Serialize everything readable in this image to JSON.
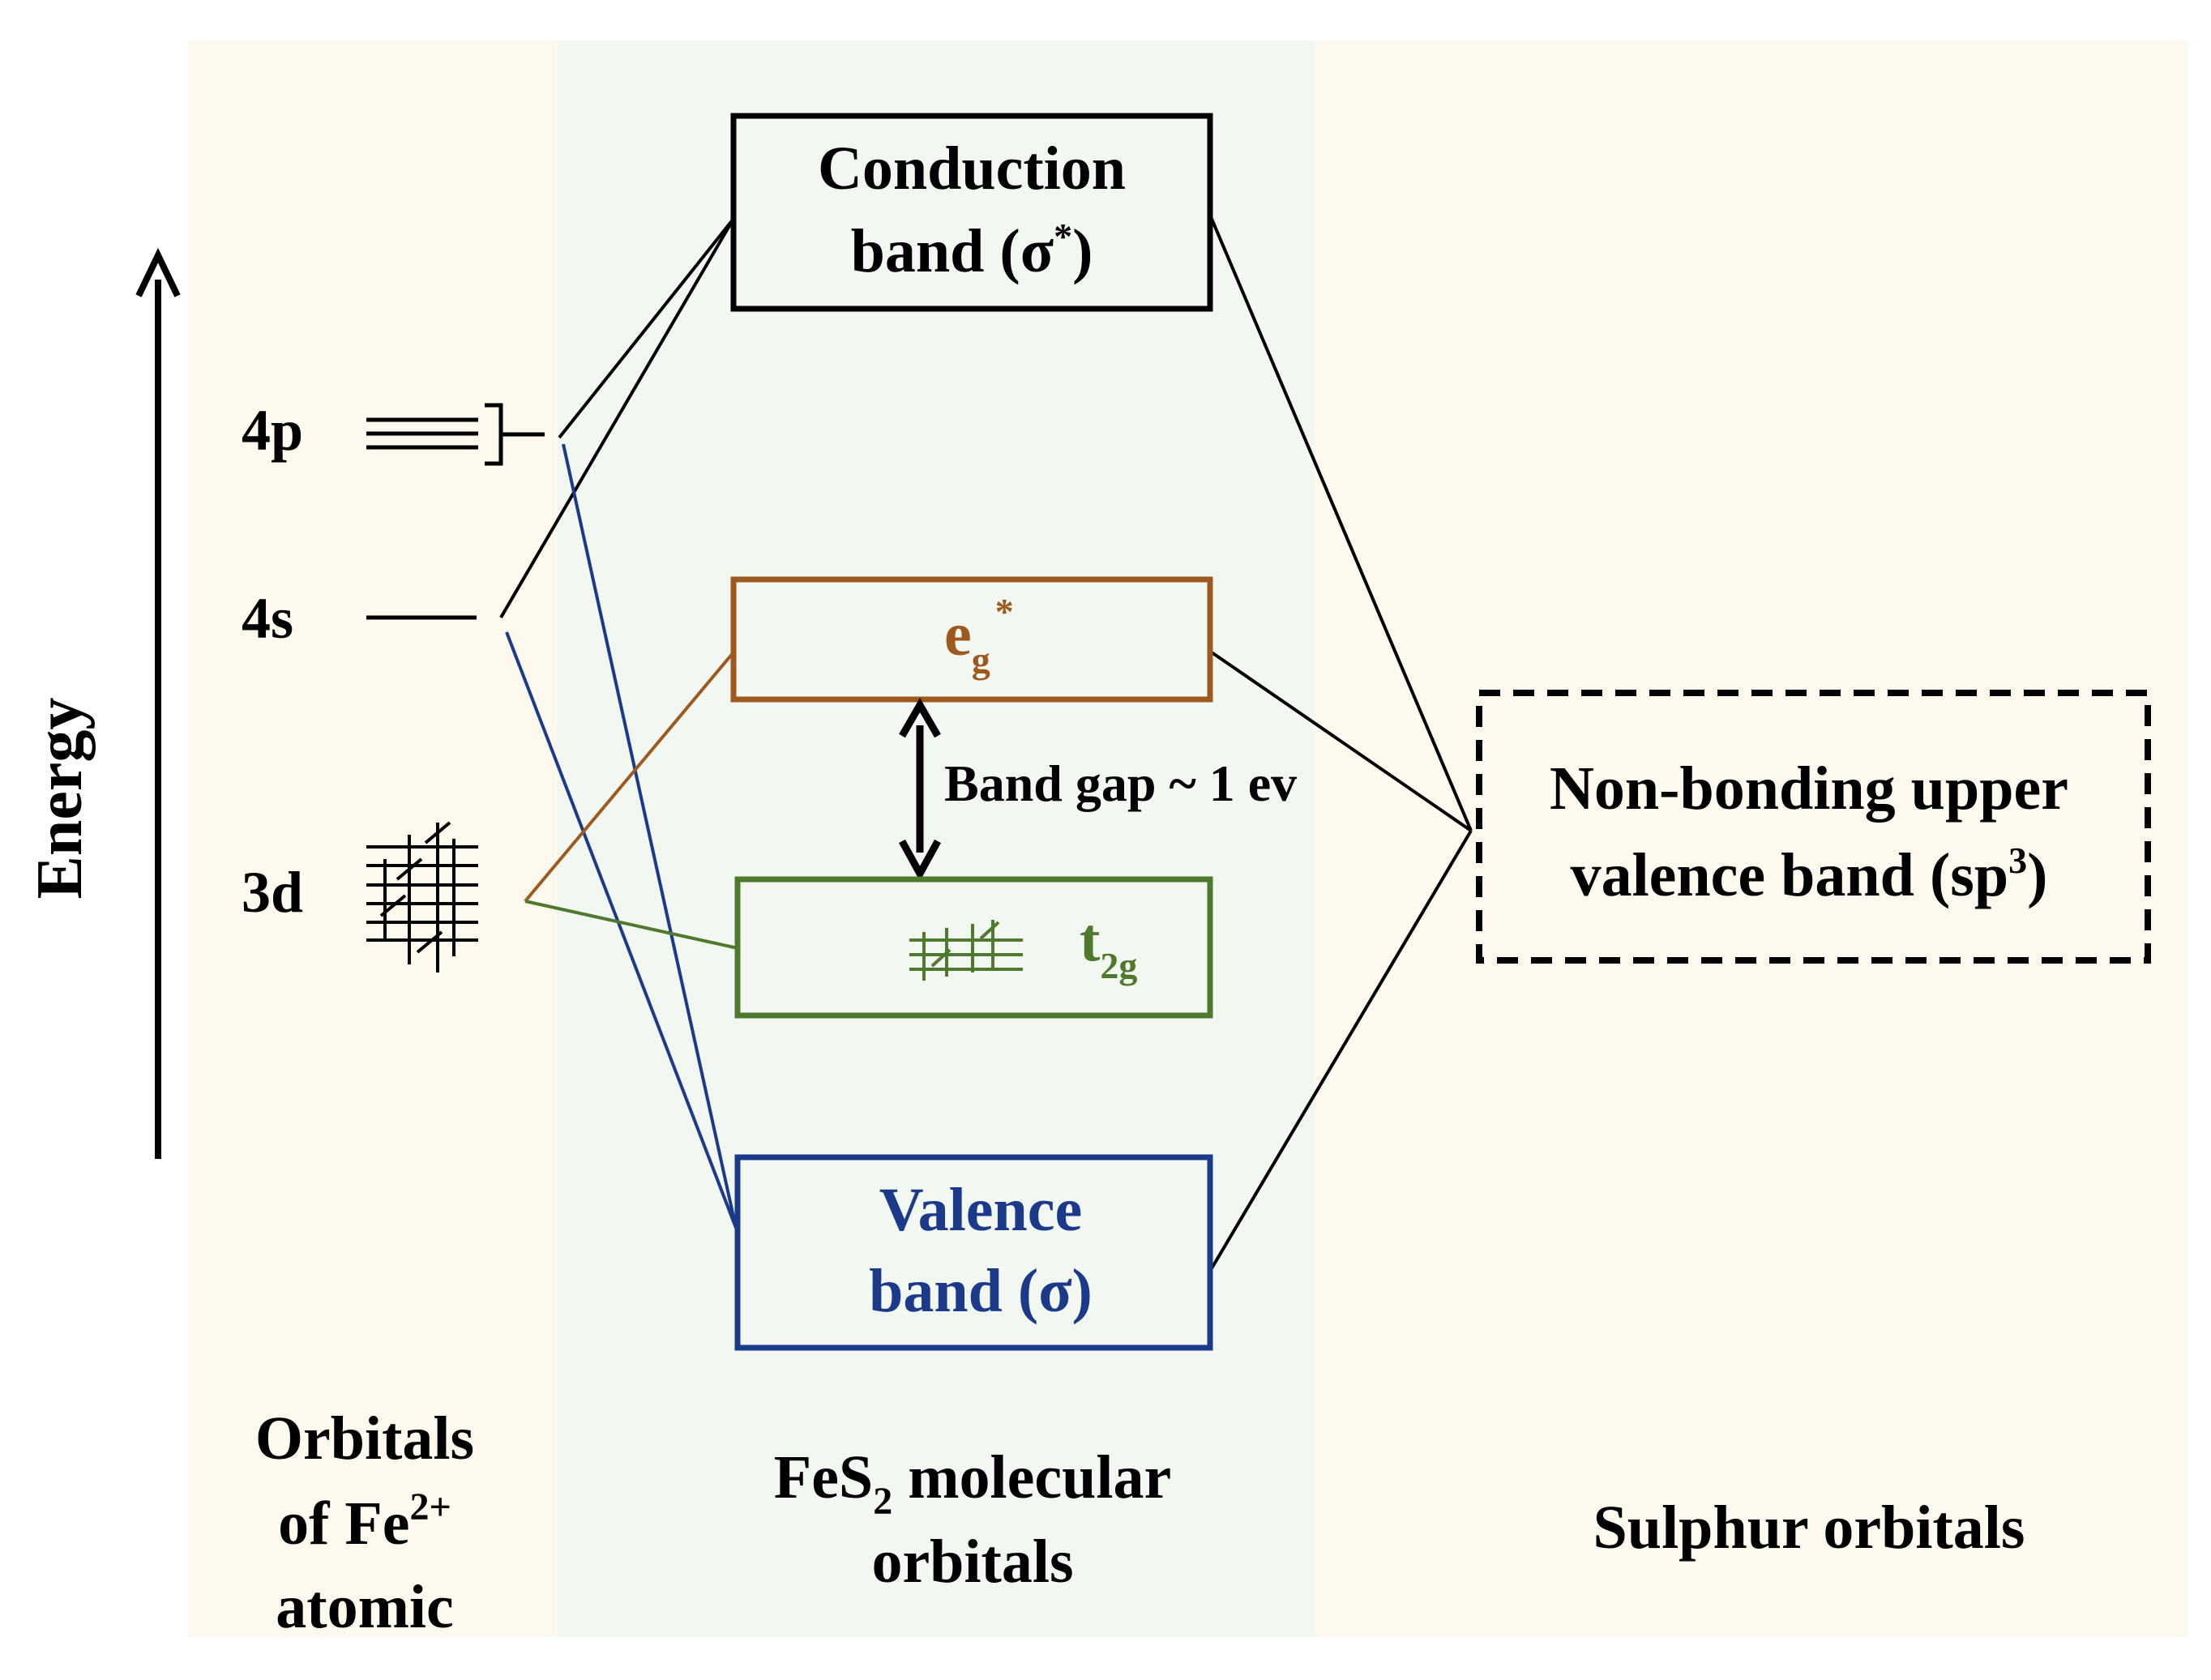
{
  "axis": {
    "label": "Energy"
  },
  "columns": {
    "left_caption": [
      "Orbitals",
      "of Fe",
      "atomic"
    ],
    "left_caption_sup": "2+",
    "middle_caption_line1_main": "FeS",
    "middle_caption_line1_sub": "2",
    "middle_caption_line1_rest": " molecular",
    "middle_caption_line2": "orbitals",
    "right_caption": "Sulphur orbitals"
  },
  "atomic_levels": {
    "p4": "4p",
    "s4": "4s",
    "d3": "3d"
  },
  "boxes": {
    "conduction_line1": "Conduction",
    "conduction_line2_main": "band (σ",
    "conduction_line2_sup": "*",
    "conduction_line2_end": ")",
    "eg_main": "e",
    "eg_sub": "g",
    "eg_sup": "*",
    "t2g_main": "t",
    "t2g_sub": "2g",
    "valence_line1": "Valence",
    "valence_line2": "band (σ)",
    "nonbonding_line1": "Non-bonding upper",
    "nonbonding_line2_main": "valence band (sp",
    "nonbonding_line2_sup": "3",
    "nonbonding_line2_end": ")"
  },
  "band_gap": {
    "label": "Band gap ~ 1 ev"
  },
  "colors": {
    "background_left": "#fdf9ee",
    "background_middle": "#f3f7f1",
    "background_right": "#fdf9ee",
    "black": "#000000",
    "brown": "#9e5a1e",
    "green": "#4f7a2e",
    "blue": "#1b3a8a"
  }
}
